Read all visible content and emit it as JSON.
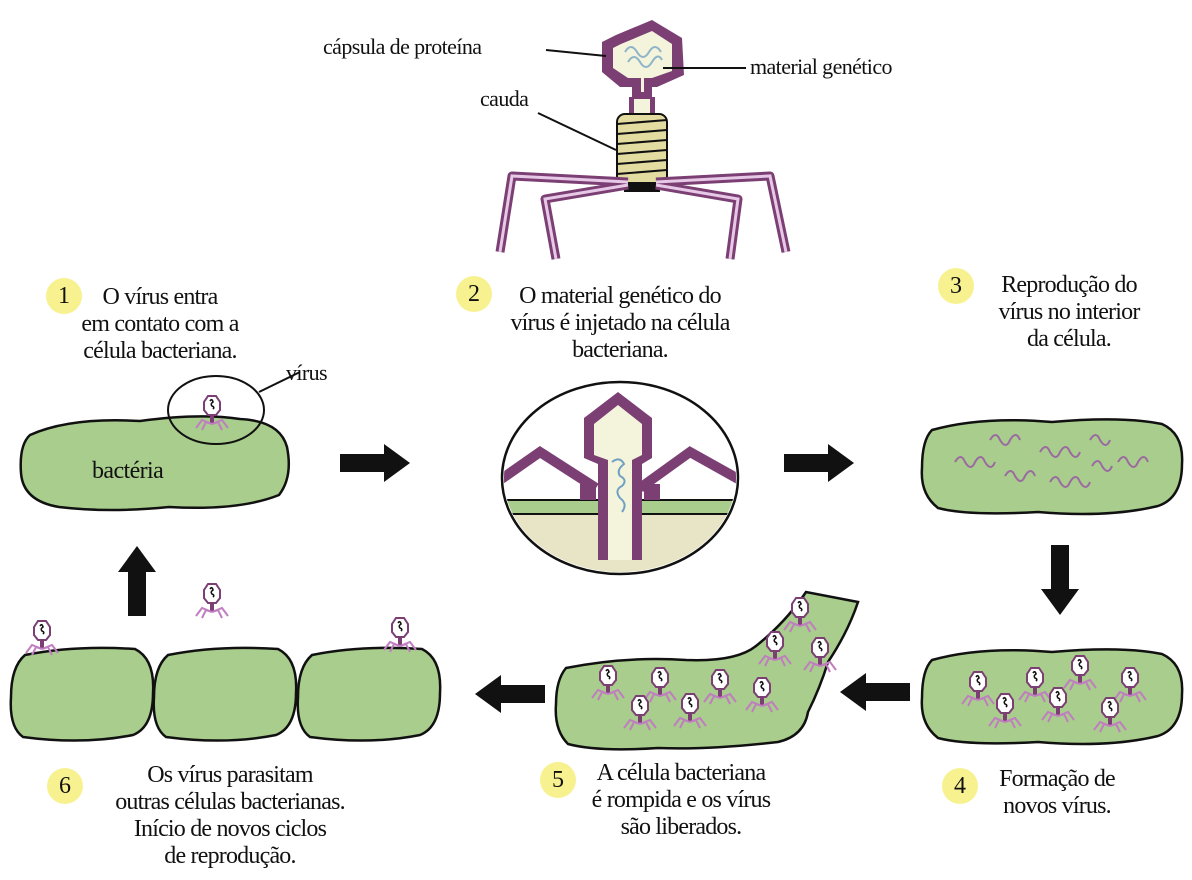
{
  "labels": {
    "capsule": "cápsula de proteína",
    "genetic_material": "material genético",
    "tail": "cauda",
    "virus": "vírus",
    "bacteria": "bactéria"
  },
  "steps": [
    {
      "number": "1",
      "lines": [
        "O vírus entra",
        "em contato com a",
        "célula bacteriana."
      ]
    },
    {
      "number": "2",
      "lines": [
        "O material genético do",
        "vírus é injetado na célula",
        "bacteriana."
      ]
    },
    {
      "number": "3",
      "lines": [
        "Reprodução do",
        "vírus no interior",
        "da célula."
      ]
    },
    {
      "number": "4",
      "lines": [
        "Formação de",
        "novos vírus."
      ]
    },
    {
      "number": "5",
      "lines": [
        "A célula bacteriana",
        "é rompida e os vírus",
        "são liberados."
      ]
    },
    {
      "number": "6",
      "lines": [
        "Os vírus parasitam",
        "outras células bacterianas.",
        "Início de novos ciclos",
        "de reprodução."
      ]
    }
  ],
  "colors": {
    "cell_fill": "#a9cd8c",
    "virus_outline": "#7b3f74",
    "tail_sheath": "#e3dca0",
    "genetic_material": "#8fb3c8",
    "badge": "#f7f28f",
    "arrow": "#111111"
  }
}
